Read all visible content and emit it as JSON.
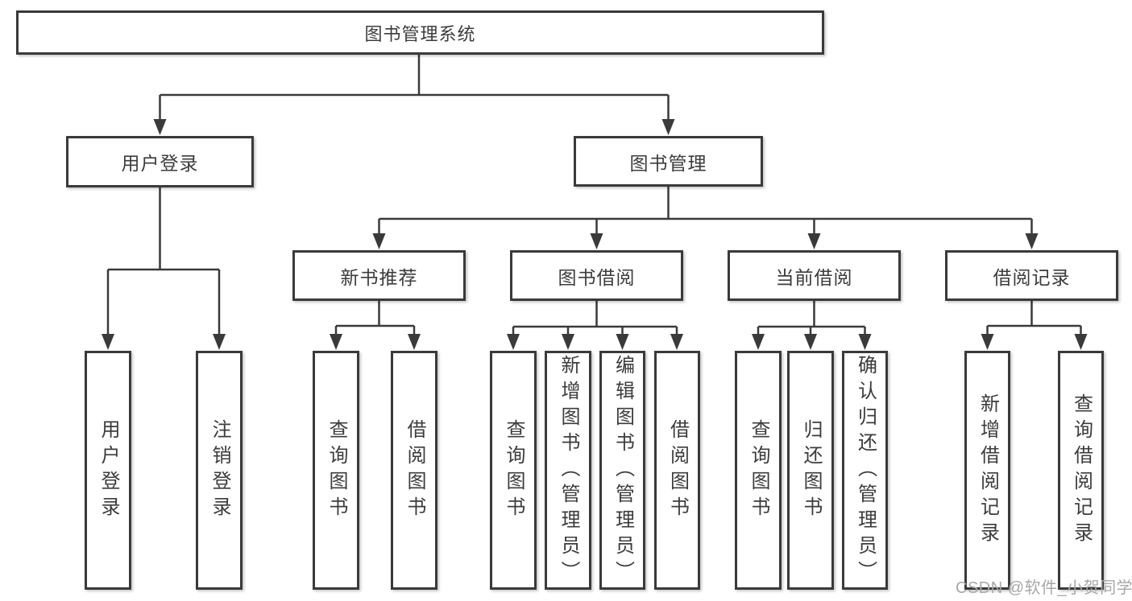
{
  "nodes": {
    "root": {
      "label": "图书管理系统"
    },
    "level1": [
      {
        "label": "用户登录"
      },
      {
        "label": "图书管理"
      }
    ],
    "level2": [
      {
        "label": "新书推荐"
      },
      {
        "label": "图书借阅"
      },
      {
        "label": "当前借阅"
      },
      {
        "label": "借阅记录"
      }
    ],
    "leaves": [
      {
        "label": "用户登录"
      },
      {
        "label": "注销登录"
      },
      {
        "label": "查询图书"
      },
      {
        "label": "借阅图书"
      },
      {
        "label": "查询图书"
      },
      {
        "label": "新增图书（管理员）"
      },
      {
        "label": "编辑图书（管理员）"
      },
      {
        "label": "借阅图书"
      },
      {
        "label": "查询图书"
      },
      {
        "label": "归还图书"
      },
      {
        "label": "确认归还（管理员）"
      },
      {
        "label": "新增借阅记录"
      },
      {
        "label": "查询借阅记录"
      }
    ]
  },
  "watermark": {
    "text": "CSDN @软件_小贺同学"
  },
  "colors": {
    "line": "#3a3a3a",
    "box_border": "#3a3a3a",
    "box_fill": "#ffffff",
    "text": "#3c3c3c",
    "watermark": "#a8a8a8"
  }
}
